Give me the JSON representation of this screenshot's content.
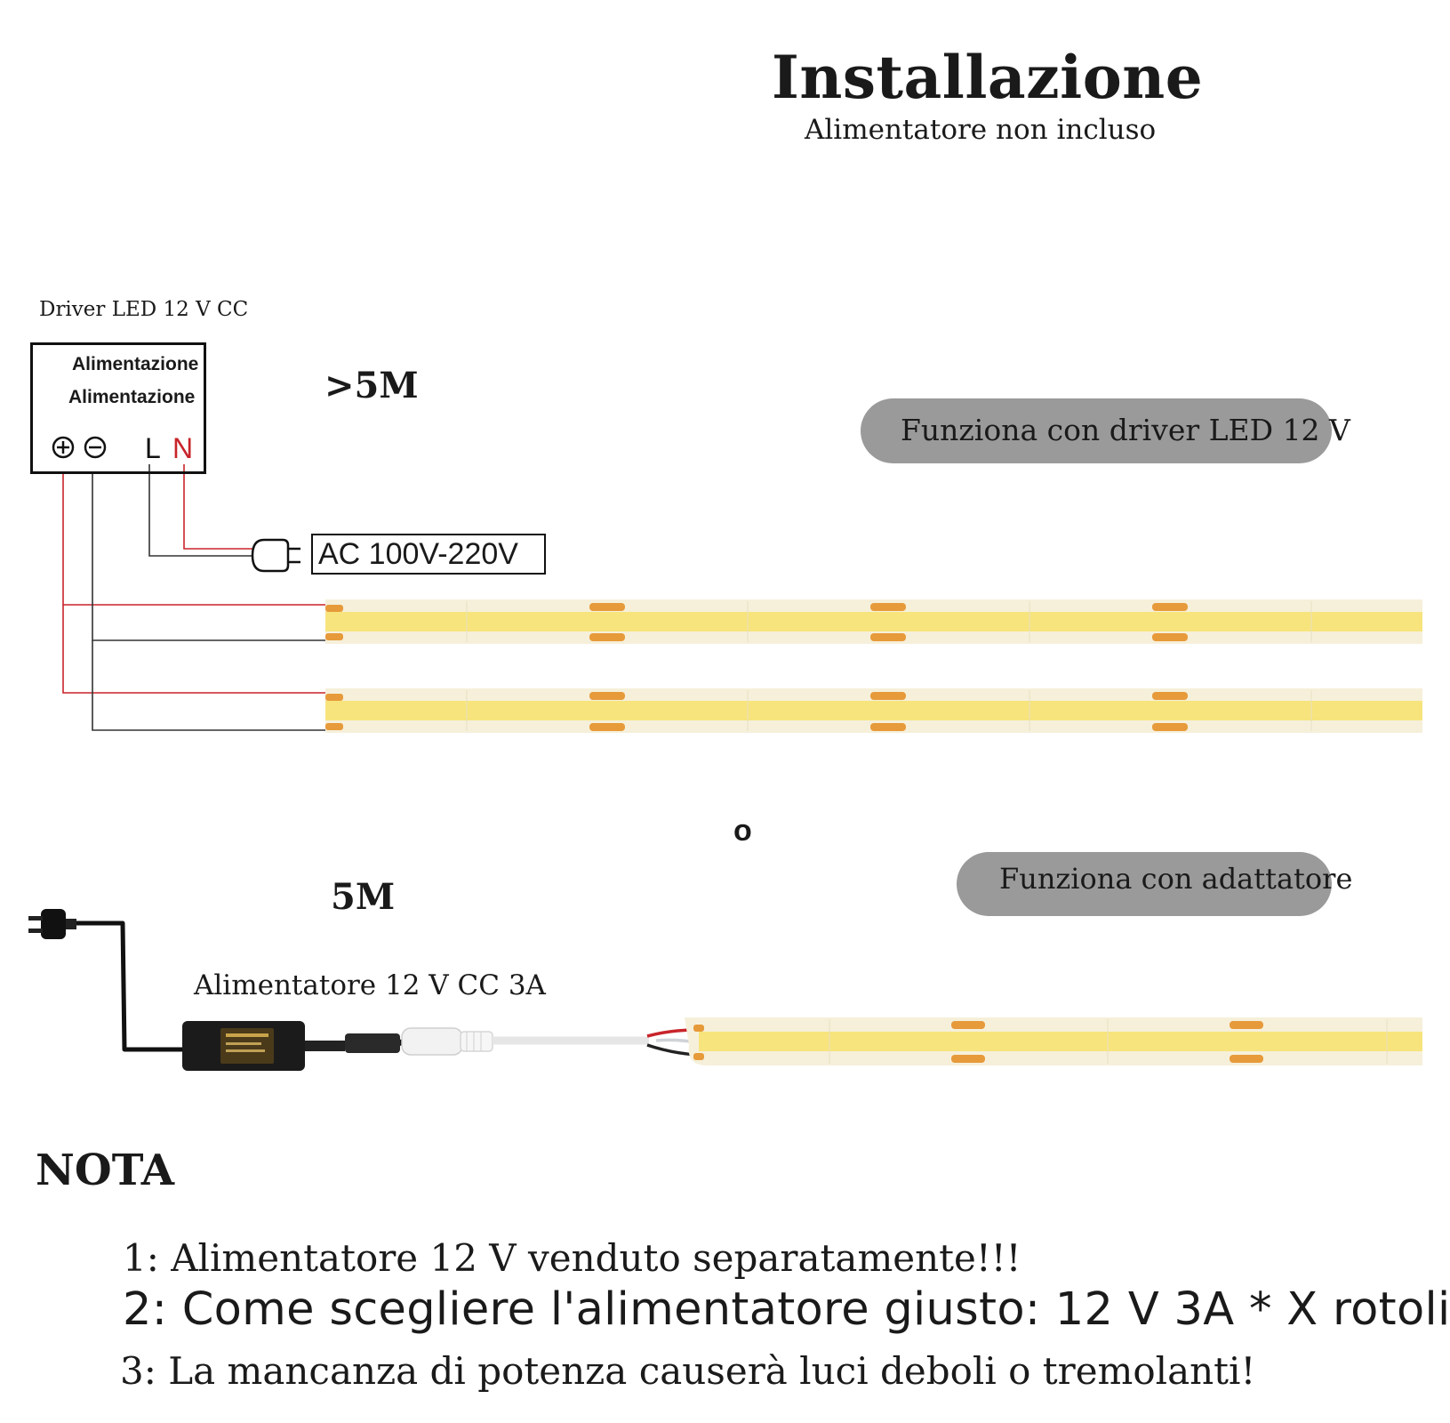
{
  "header": {
    "title": "Installazione",
    "subtitle": "Alimentatore non incluso"
  },
  "driver": {
    "label": "Driver LED 12 V CC",
    "box_line1": "Alimentazione",
    "box_line2": "Alimentazione",
    "plus_symbol": "+",
    "minus_symbol": "−",
    "terminal_l": "L",
    "terminal_n": "N",
    "ac_label": "AC 100V-220V"
  },
  "section_driver": {
    "length_label": ">5M",
    "pill": "Funziona con driver LED 12 V"
  },
  "separator": "o",
  "section_adapter": {
    "length_label": "5M",
    "pill": "Funziona con adattatore",
    "adapter_label": "Alimentatore 12 V CC 3A"
  },
  "colors": {
    "wire_red": "#c8242a",
    "wire_black": "#222222",
    "strip_yellow": "#f7e47c",
    "strip_bg": "#f6f0da",
    "pad_orange": "#e79a3a",
    "pill_gray": "#9a9a9a"
  },
  "note": {
    "heading": "NOTA",
    "items": [
      "1: Alimentatore 12 V venduto separatamente!!!",
      "2: Come scegliere l'alimentatore giusto: 12 V 3A * X rotoli",
      "3: La mancanza di potenza causerà luci deboli o tremolanti!"
    ]
  }
}
